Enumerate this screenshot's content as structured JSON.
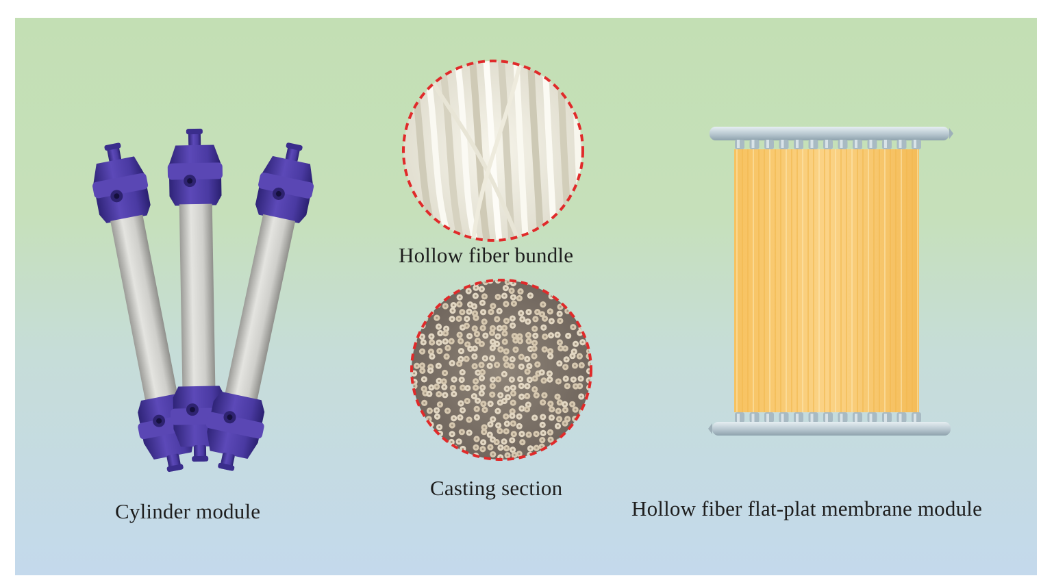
{
  "labels": {
    "cylinder_module": "Cylinder module",
    "hollow_fiber_bundle": "Hollow fiber bundle",
    "casting_section": "Casting section",
    "flat_plate_module": "Hollow fiber flat-plat membrane module"
  },
  "colors": {
    "background_top": "#c3dfb4",
    "background_bottom": "#c4d9ec",
    "module_cap": "#4b3aa0",
    "module_tube": "#c8c8c4",
    "dashed_ring": "#e02a2a",
    "fiber_orange": "#f9c96a",
    "header_pipe": "#bfd0d8"
  },
  "icons": [
    "cylinder-membrane-module",
    "hollow-fiber-bundle-photo",
    "casting-section-photo",
    "flat-plate-membrane-module"
  ]
}
